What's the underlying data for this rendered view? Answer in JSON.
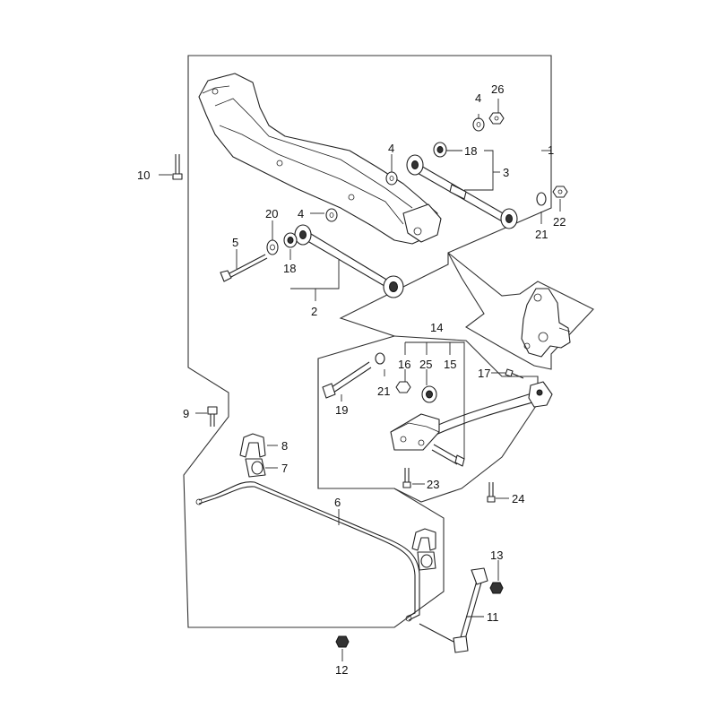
{
  "callouts": [
    {
      "id": "c1",
      "text": "1"
    },
    {
      "id": "c2",
      "text": "2"
    },
    {
      "id": "c3",
      "text": "3"
    },
    {
      "id": "c4a",
      "text": "4"
    },
    {
      "id": "c4b",
      "text": "4"
    },
    {
      "id": "c4c",
      "text": "4"
    },
    {
      "id": "c5",
      "text": "5"
    },
    {
      "id": "c6",
      "text": "6"
    },
    {
      "id": "c7",
      "text": "7"
    },
    {
      "id": "c8",
      "text": "8"
    },
    {
      "id": "c9",
      "text": "9"
    },
    {
      "id": "c10",
      "text": "10"
    },
    {
      "id": "c11",
      "text": "11"
    },
    {
      "id": "c12",
      "text": "12"
    },
    {
      "id": "c13",
      "text": "13"
    },
    {
      "id": "c14",
      "text": "14"
    },
    {
      "id": "c15",
      "text": "15"
    },
    {
      "id": "c16",
      "text": "16"
    },
    {
      "id": "c17",
      "text": "17"
    },
    {
      "id": "c18a",
      "text": "18"
    },
    {
      "id": "c18b",
      "text": "18"
    },
    {
      "id": "c19",
      "text": "19"
    },
    {
      "id": "c20",
      "text": "20"
    },
    {
      "id": "c21a",
      "text": "21"
    },
    {
      "id": "c21b",
      "text": "21"
    },
    {
      "id": "c22",
      "text": "22"
    },
    {
      "id": "c23",
      "text": "23"
    },
    {
      "id": "c24",
      "text": "24"
    },
    {
      "id": "c25",
      "text": "25"
    },
    {
      "id": "c26",
      "text": "26"
    }
  ]
}
